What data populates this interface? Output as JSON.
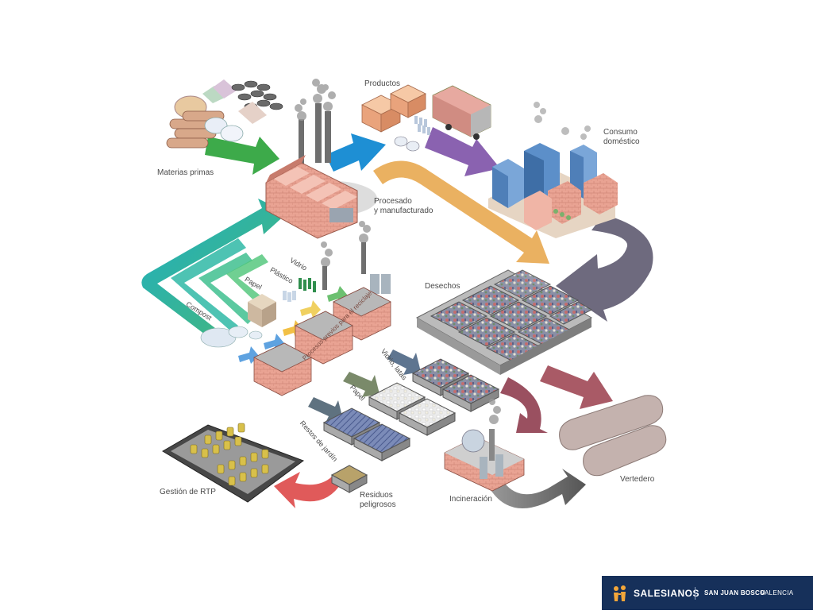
{
  "labels": {
    "materias_primas": "Materias primas",
    "productos": "Productos",
    "consumo_line1": "Consumo",
    "consumo_line2": "doméstico",
    "procesado_line1": "Procesado",
    "procesado_line2": "y manufacturado",
    "desechos": "Desechos",
    "vidrio_top": "Vidrio",
    "plastico": "Plástico",
    "papel_top": "Papel",
    "compost": "Compost",
    "procesos_reciclaje": "Procesos previos para el reciclaje",
    "vidrio_latas": "Vidrio, latas",
    "papel_bottom": "Papel",
    "restos_jardin": "Restos de jardín",
    "residuos_line1": "Residuos",
    "residuos_line2": "peligrosos",
    "gestion_rtp": "Gestión de RTP",
    "incineracion": "Incineración",
    "vertedero": "Vertedero"
  },
  "footer": {
    "brand": "SALESIANOS",
    "school": "SAN JUAN BOSCO",
    "city": "VALENCIA"
  },
  "colors": {
    "raw_materials_arrow": "#3daa4a",
    "to_products_arrow": "#1e8fd4",
    "to_consumer_arrow": "#8a62b0",
    "recycle_orange_arrow": "#e8a850",
    "consumer_to_waste_arrow": "#6e6a7e",
    "recycle_teal_arrow": "#29b0b8",
    "waste_to_landfill_arrow": "#a95a66",
    "hazardous_arrow": "#e05a5a",
    "incineration_arrow": "#6b6b6b",
    "factory_brick": "#e59c8c",
    "footer_bg": "#16305a"
  }
}
